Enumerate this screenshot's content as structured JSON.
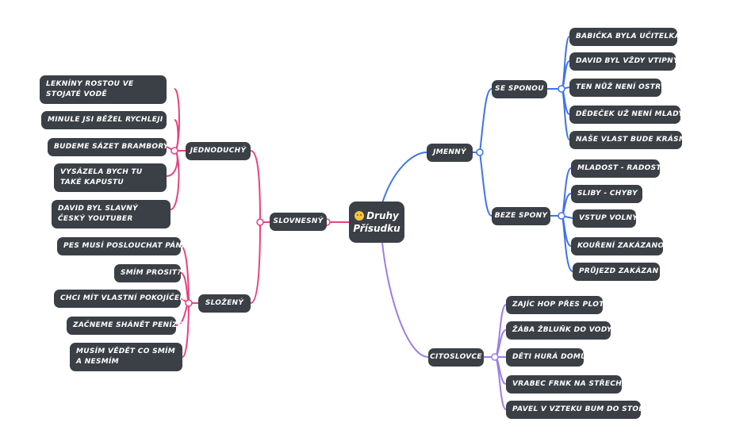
{
  "center": {
    "icon": "smiling-face-emoji",
    "line1": "Druhy",
    "line2": "Přísudku"
  },
  "colors": {
    "node_bg": "#3b4046",
    "pink": "#e8417e",
    "blue": "#3f73e8",
    "purple": "#9b7ee6"
  },
  "branches": {
    "slovnesny": {
      "label": "SLOVNESNÝ"
    },
    "jednoduchy": {
      "label": "JEDNODUCHÝ",
      "items": [
        "LEKNÍNY ROSTOU VE STOJATÉ VODĚ",
        "MINULE JSI BĚŽEL RYCHLEJI",
        "BUDEME SÁZET BRAMBORY",
        "VYSÁZELA BYCH TU TAKÉ KAPUSTU",
        "DAVID BYL SLAVNÝ ČESKÝ YOUTUBER"
      ]
    },
    "slozeny": {
      "label": "SLOŽENÝ",
      "items": [
        "PES MUSÍ POSLOUCHAT PÁNA",
        "SMÍM PROSIT?",
        "CHCI MÍT VLASTNÍ POKOJÍČEK",
        "ZAČNEME SHÁNĚT PENÍZE",
        "MUSÍM VĚDĚT CO SMÍM A NESMÍM"
      ]
    },
    "jmenny": {
      "label": "JMENNÝ"
    },
    "se_sponou": {
      "label": "SE SPONOU",
      "items": [
        "BABIČKA BYLA UČITELKA",
        "DAVID BYL VŽDY VTIPNÝ",
        "TEN NŮŽ NENÍ OSTRÝ",
        "DĚDEČEK UŽ NENÍ MLADÝ",
        "NAŠE VLAST BUDE KRÁSNÁ"
      ]
    },
    "beze_spony": {
      "label": "BEZE SPONY",
      "items": [
        "MLADOST - RADOST",
        "SLIBY - CHYBY",
        "VSTUP VOLNÝ",
        "KOUŘENÍ ZAKÁZANO",
        "PRŮJEZD ZAKÁZAN"
      ]
    },
    "citoslovce": {
      "label": "CITOSLOVCE",
      "items": [
        "ZAJÍC HOP PŘES PLOT",
        "ŽÁBA ŽBLUŇK DO VODY",
        "DĚTI HURÁ DOMŮ",
        "VRABEC FRNK NA STŘECHU",
        "PAVEL V VZTEKU BUM DO STOLU"
      ]
    }
  }
}
